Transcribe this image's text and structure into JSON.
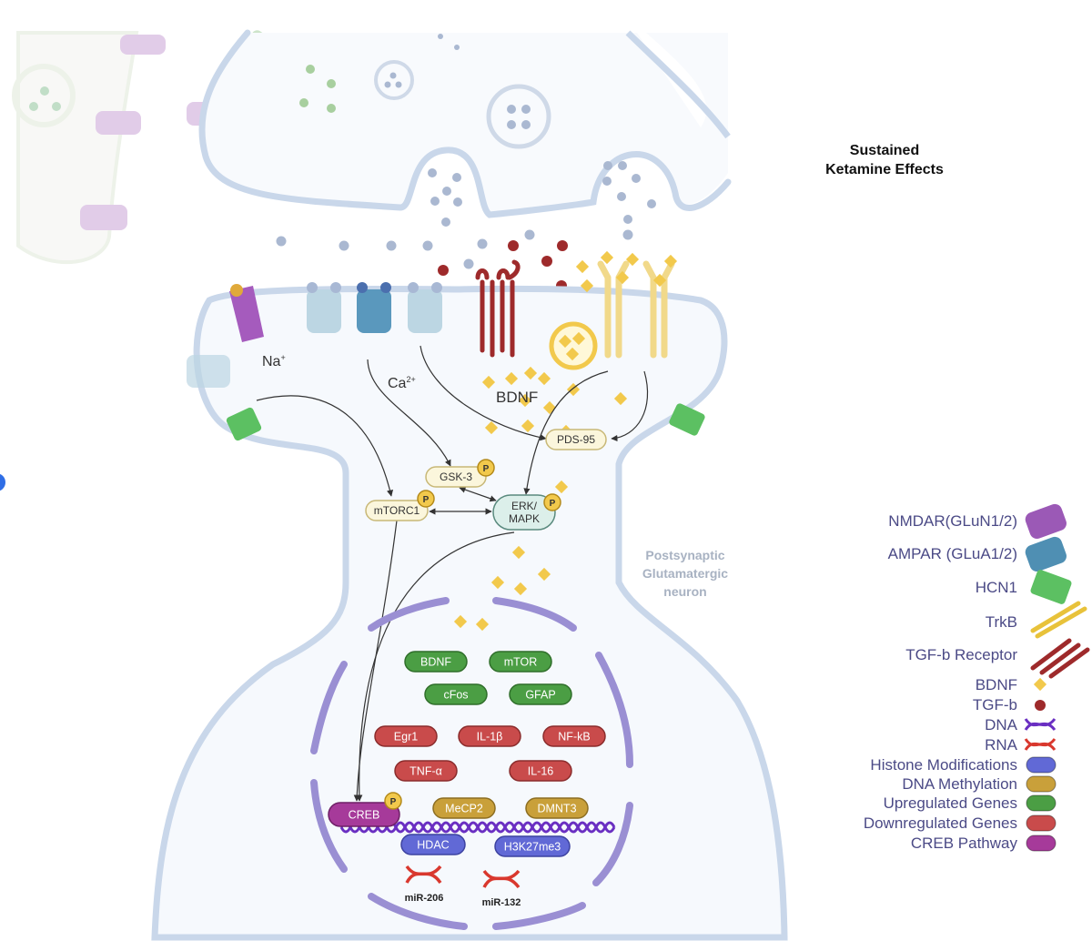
{
  "title": {
    "line1": "Sustained",
    "line2": "Ketamine Effects"
  },
  "cell_label": {
    "line1": "Postsynaptic",
    "line2": "Glutamatergic",
    "line3": "neuron"
  },
  "ions": {
    "na": "Na",
    "na_sup": "+",
    "ca": "Ca",
    "ca_sup": "2+"
  },
  "bdnf_label": "BDNF",
  "signaling": {
    "pds95": "PDS-95",
    "gsk3": "GSK-3",
    "mtorc1": "mTORC1",
    "erk_line1": "ERK/",
    "erk_line2": "MAPK",
    "phospho": "P"
  },
  "upregulated_genes": [
    "BDNF",
    "mTOR",
    "cFos",
    "GFAP"
  ],
  "downregulated_genes": [
    "Egr1",
    "IL-1β",
    "NF-kB",
    "TNF-α",
    "IL-16"
  ],
  "creb": "CREB",
  "dna_methylation": [
    "MeCP2",
    "DMNT3"
  ],
  "histone_modifications": [
    "HDAC",
    "H3K27me3"
  ],
  "mirnas": [
    "miR-206",
    "miR-132"
  ],
  "legend": {
    "receptors": [
      {
        "label": "NMDAR(GLuN1/2)",
        "icon": "nmdar-icon",
        "color": "#9b59b6"
      },
      {
        "label": "AMPAR (GLuA1/2)",
        "icon": "ampar-icon",
        "color": "#4f8fb3"
      },
      {
        "label": "HCN1",
        "icon": "hcn1-icon",
        "color": "#5cc062"
      },
      {
        "label": "TrkB",
        "icon": "trkb-icon",
        "color": "#e8c23a"
      },
      {
        "label": "TGF-b Receptor",
        "icon": "tgfb-receptor-icon",
        "color": "#9e2a2b"
      }
    ],
    "items": [
      {
        "label": "BDNF",
        "icon": "bdnf-diamond-icon",
        "color": "#f2c94c"
      },
      {
        "label": "TGF-b",
        "icon": "tgfb-dot-icon",
        "color": "#9e2a2b"
      },
      {
        "label": "DNA",
        "icon": "dna-icon",
        "color": "#6a2fc2"
      },
      {
        "label": "RNA",
        "icon": "rna-icon",
        "color": "#d9382e"
      },
      {
        "label": "Histone Modifications",
        "icon": "histone-pill-icon",
        "color": "#6169d6"
      },
      {
        "label": "DNA Methylation",
        "icon": "methylation-pill-icon",
        "color": "#c9a03a"
      },
      {
        "label": "Upregulated Genes",
        "icon": "upregulated-pill-icon",
        "color": "#4b9e44"
      },
      {
        "label": "Downregulated Genes",
        "icon": "downregulated-pill-icon",
        "color": "#c94b4b"
      },
      {
        "label": "CREB Pathway",
        "icon": "creb-pill-icon",
        "color": "#a63a9a"
      }
    ]
  },
  "colors": {
    "membrane": "#c9d7ea",
    "cytoplasm": "#f6f9fd",
    "nuclear_envelope": "#9a8fd3",
    "up": "#4b9e44",
    "down": "#c94b4b",
    "methylation": "#c9a03a",
    "histone": "#6169d6",
    "creb": "#a63a9a",
    "bdnf": "#f2c94c",
    "tgfb": "#9e2a2b",
    "legend_text": "#4b4a86"
  }
}
